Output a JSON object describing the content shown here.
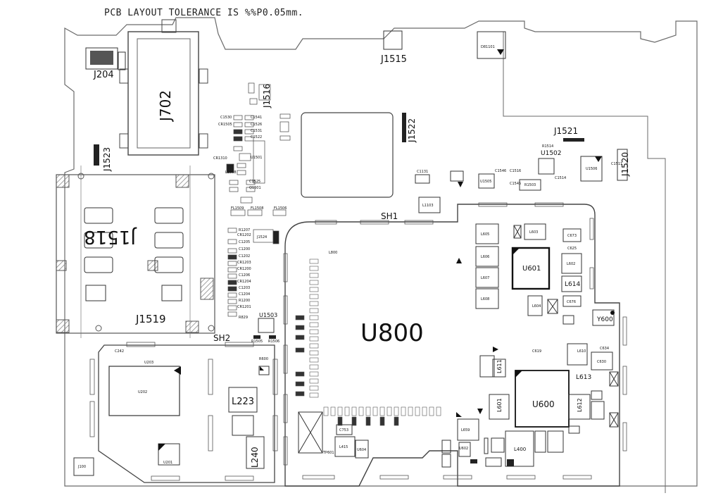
{
  "note": "PCB LAYOUT TOLERANCE IS %%P0.05mm.",
  "colors": {
    "outline": "#555555",
    "pad": "#222222",
    "hatch": "#999999",
    "text": "#111111"
  },
  "big_labels": {
    "j702": "J702",
    "j1518": "J1518",
    "j1519": "J1519",
    "j204": "J204",
    "j1515": "J1515",
    "j1516": "J1516",
    "j1522": "J1522",
    "j1521": "J1521",
    "j1520": "J1520",
    "j1523": "J1523",
    "sh1": "SH1",
    "sh2": "SH2",
    "u800": "U800",
    "u601": "U601",
    "u600": "U600",
    "l223": "L223",
    "l240": "L240",
    "u1502": "U1502",
    "u1503": "U1503",
    "y600": "Y600",
    "l613": "L613",
    "l614": "L614",
    "l611": "L611",
    "l612": "L612",
    "l601": "L601",
    "l400": "L400"
  },
  "small_labels": {
    "d81101": "D81101",
    "c1530": "C1530",
    "cr1505": "CR1505",
    "c1526": "C1526",
    "c1531": "C1531",
    "c1522": "C1522",
    "c1541": "C1541",
    "cr1310": "CR1310",
    "u1501": "U1501",
    "l1508": "L1508",
    "c1525": "C1525",
    "q1501": "Q1501",
    "fl1509": "FL1509",
    "fl1508": "FL1508",
    "fl1506": "FL1506",
    "j1524": "J1524",
    "r1207": "R1207",
    "cr1202": "CR1202",
    "c1205": "C1205",
    "c1200": "C1200",
    "c1202": "C1202",
    "cr1203": "CR1203",
    "cr1200": "CR1200",
    "c1204": "C1204",
    "cr1204": "CR1204",
    "c1203": "C1203",
    "r1200": "R1200",
    "cr1201": "CR1201",
    "c1206": "C1206",
    "r829": "R829",
    "l1103": "L1103",
    "c1131": "C1131",
    "u1505": "U1505",
    "c1546": "C1546",
    "c1516": "C1516",
    "c1545": "C1545",
    "r1503": "R1503",
    "u1506": "U1506",
    "c1514": "C1514",
    "r1514": "R1514",
    "c1511": "C1511",
    "l605": "L605",
    "l603": "L603",
    "l606": "L606",
    "l607": "L607",
    "l608": "L608",
    "l602": "L602",
    "l604": "L604",
    "c673": "C673",
    "c625": "C625",
    "c676": "C676",
    "l800": "L800",
    "c242": "C242",
    "u203": "U203",
    "u202": "U202",
    "u201": "U201",
    "j100": "J100",
    "l415": "L415",
    "c753": "C753",
    "u604": "U604",
    "l659": "L659",
    "u602": "U602",
    "tp601": "TP601",
    "r600": "R600",
    "r1505": "R1505",
    "r1506": "R1506",
    "c619": "C619",
    "c630": "C630",
    "c634": "C634",
    "l610": "L610"
  }
}
